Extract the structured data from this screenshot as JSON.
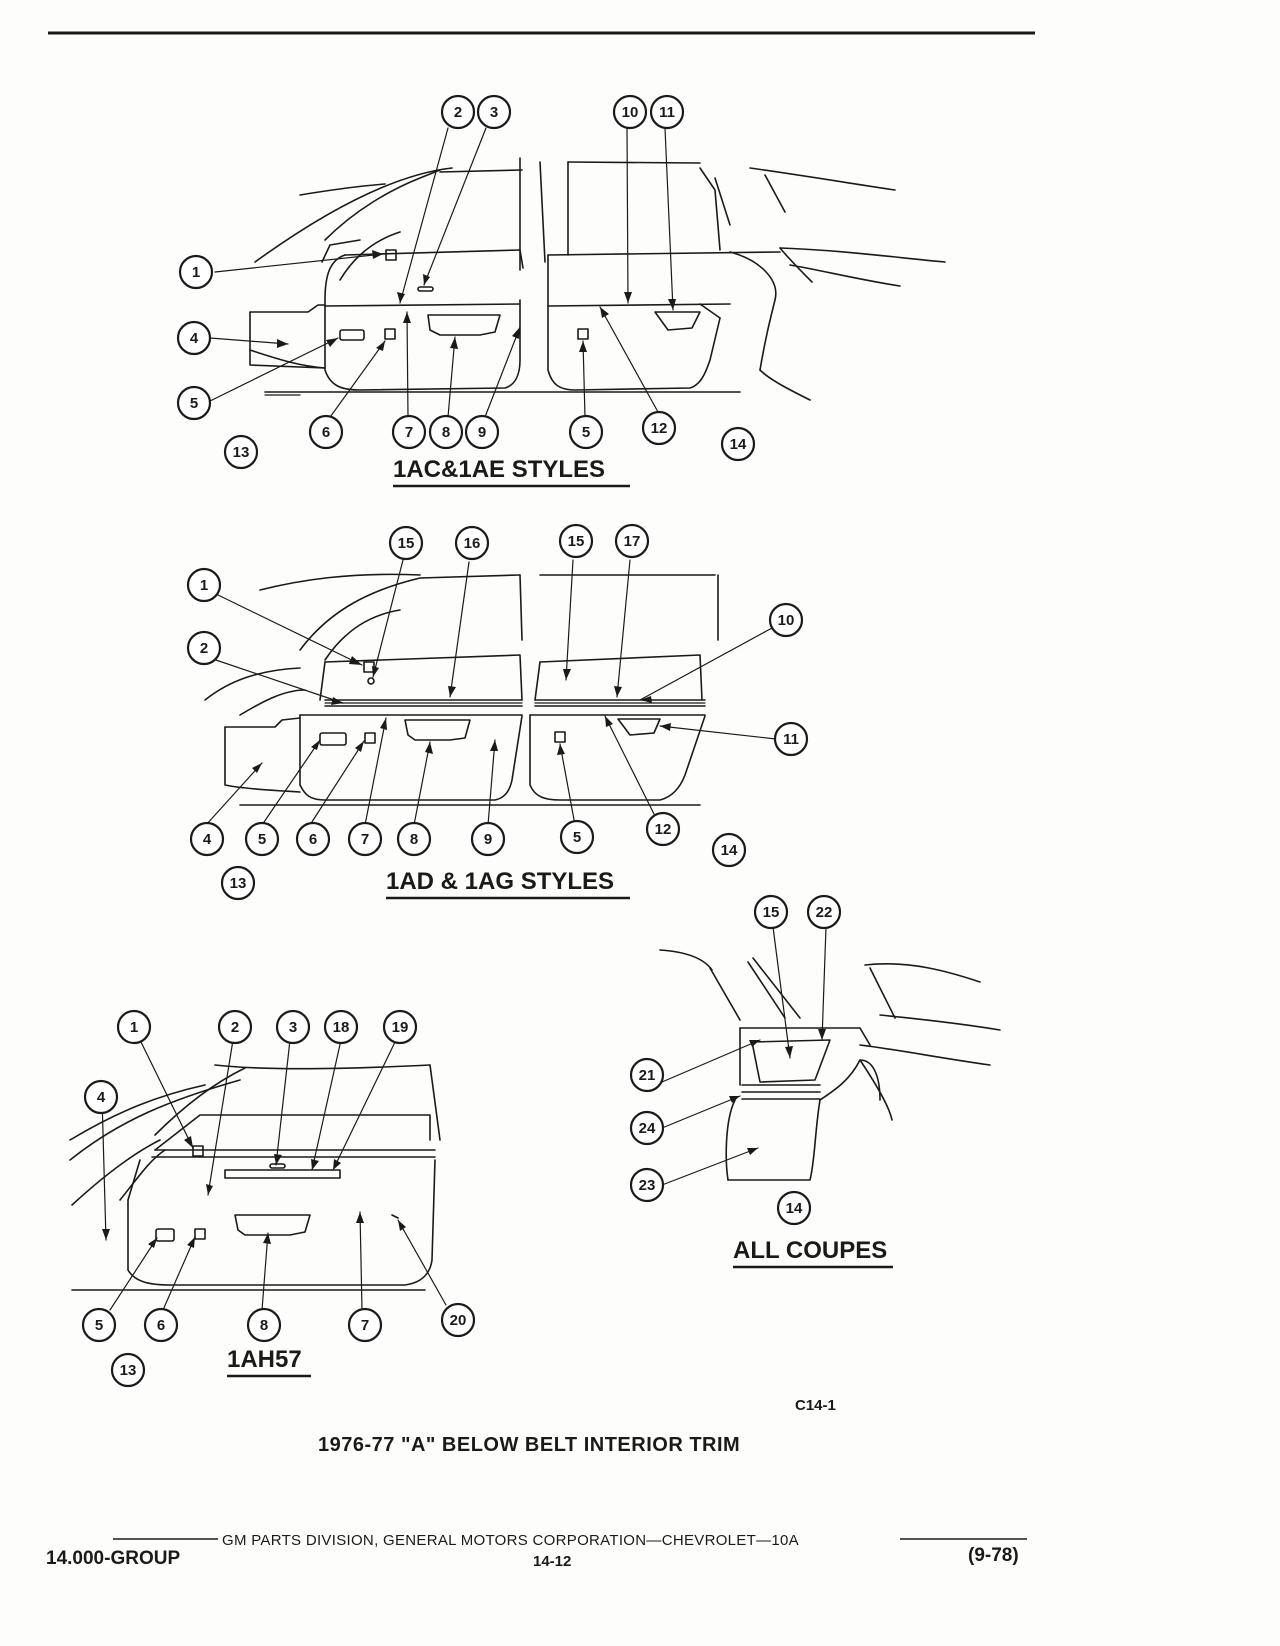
{
  "page": {
    "figure_code": "C14-1",
    "caption": "1976-77 \"A\" BELOW BELT INTERIOR TRIM",
    "footer": {
      "publisher": "GM PARTS DIVISION, GENERAL MOTORS CORPORATION—CHEVROLET—10A",
      "group": "14.000-GROUP",
      "page_number": "14-12",
      "date": "(9-78)"
    }
  },
  "views": {
    "view1": {
      "label": "1AC&1AE STYLES",
      "callouts": [
        "1",
        "2",
        "3",
        "4",
        "5",
        "6",
        "7",
        "8",
        "9",
        "5",
        "10",
        "11",
        "12",
        "13",
        "14"
      ]
    },
    "view2": {
      "label": "1AD & 1AG STYLES",
      "callouts": [
        "1",
        "2",
        "15",
        "16",
        "15",
        "17",
        "10",
        "11",
        "4",
        "5",
        "6",
        "7",
        "8",
        "9",
        "5",
        "12",
        "14",
        "13"
      ]
    },
    "view3": {
      "label": "1AH57",
      "callouts": [
        "1",
        "2",
        "3",
        "18",
        "19",
        "4",
        "5",
        "6",
        "8",
        "7",
        "20",
        "13"
      ]
    },
    "view4": {
      "label": "ALL COUPES",
      "callouts": [
        "15",
        "22",
        "21",
        "24",
        "23",
        "14"
      ]
    }
  }
}
